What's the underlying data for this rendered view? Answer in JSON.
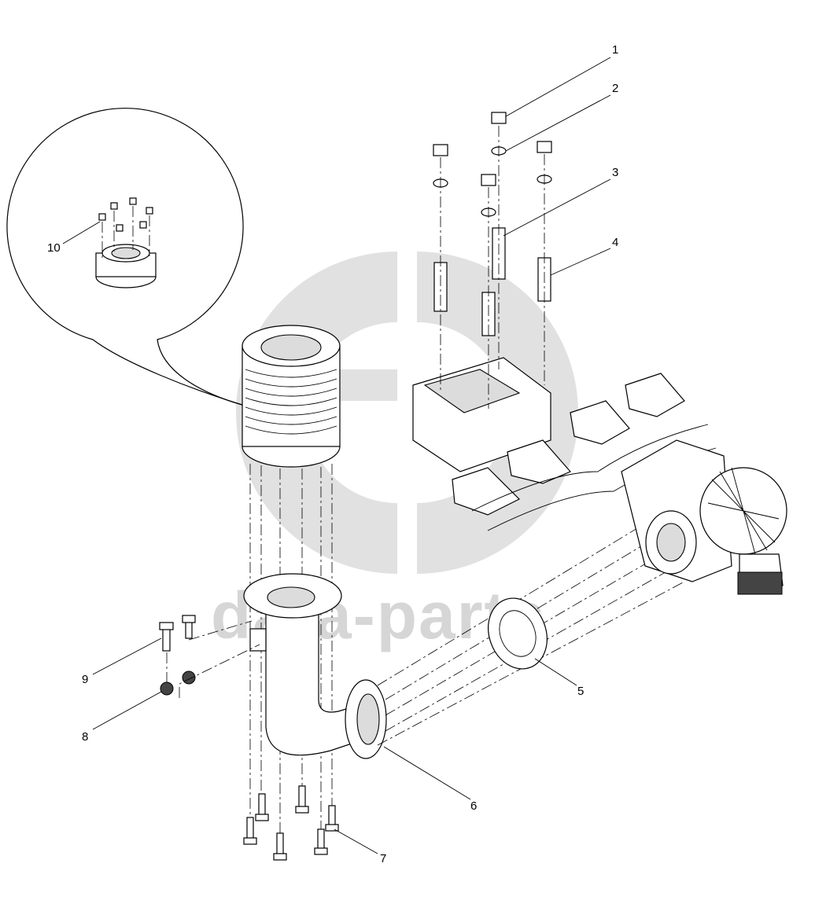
{
  "callouts": [
    "1",
    "2",
    "3",
    "4",
    "5",
    "6",
    "7",
    "8",
    "9",
    "10"
  ],
  "watermark": {
    "text": "data-parts",
    "color": "#bdbdbd"
  },
  "colors": {
    "line": "#000000",
    "background": "#ffffff",
    "shade": "#dcdcdc"
  }
}
